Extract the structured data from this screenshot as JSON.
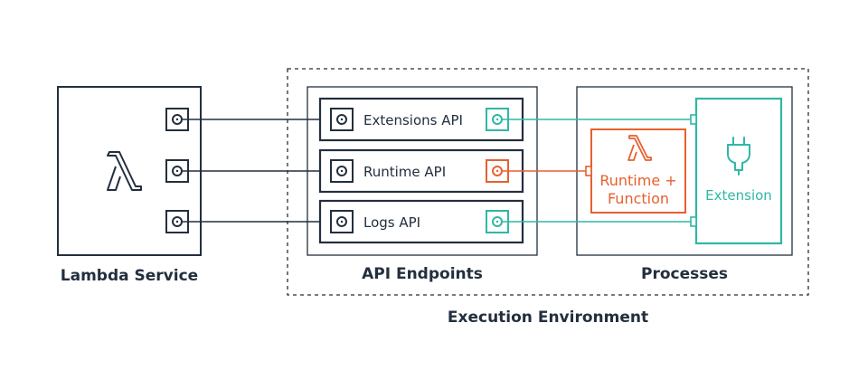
{
  "lambda_service": {
    "label": "Lambda Service",
    "icon": "lambda-icon"
  },
  "execution_environment": {
    "label": "Execution Environment"
  },
  "api_endpoints": {
    "label": "API Endpoints",
    "apis": [
      {
        "label": "Extensions API",
        "port_color": "#2fb8a6"
      },
      {
        "label": "Runtime API",
        "port_color": "#e7602e"
      },
      {
        "label": "Logs API",
        "port_color": "#2fb8a6"
      }
    ]
  },
  "processes": {
    "label": "Processes",
    "runtime_function": {
      "line1": "Runtime +",
      "line2": "Function",
      "icon": "lambda-icon"
    },
    "extension": {
      "label": "Extension",
      "icon": "plug-icon"
    }
  },
  "colors": {
    "dark": "#232f3e",
    "teal": "#2fb8a6",
    "orange": "#e7602e"
  }
}
